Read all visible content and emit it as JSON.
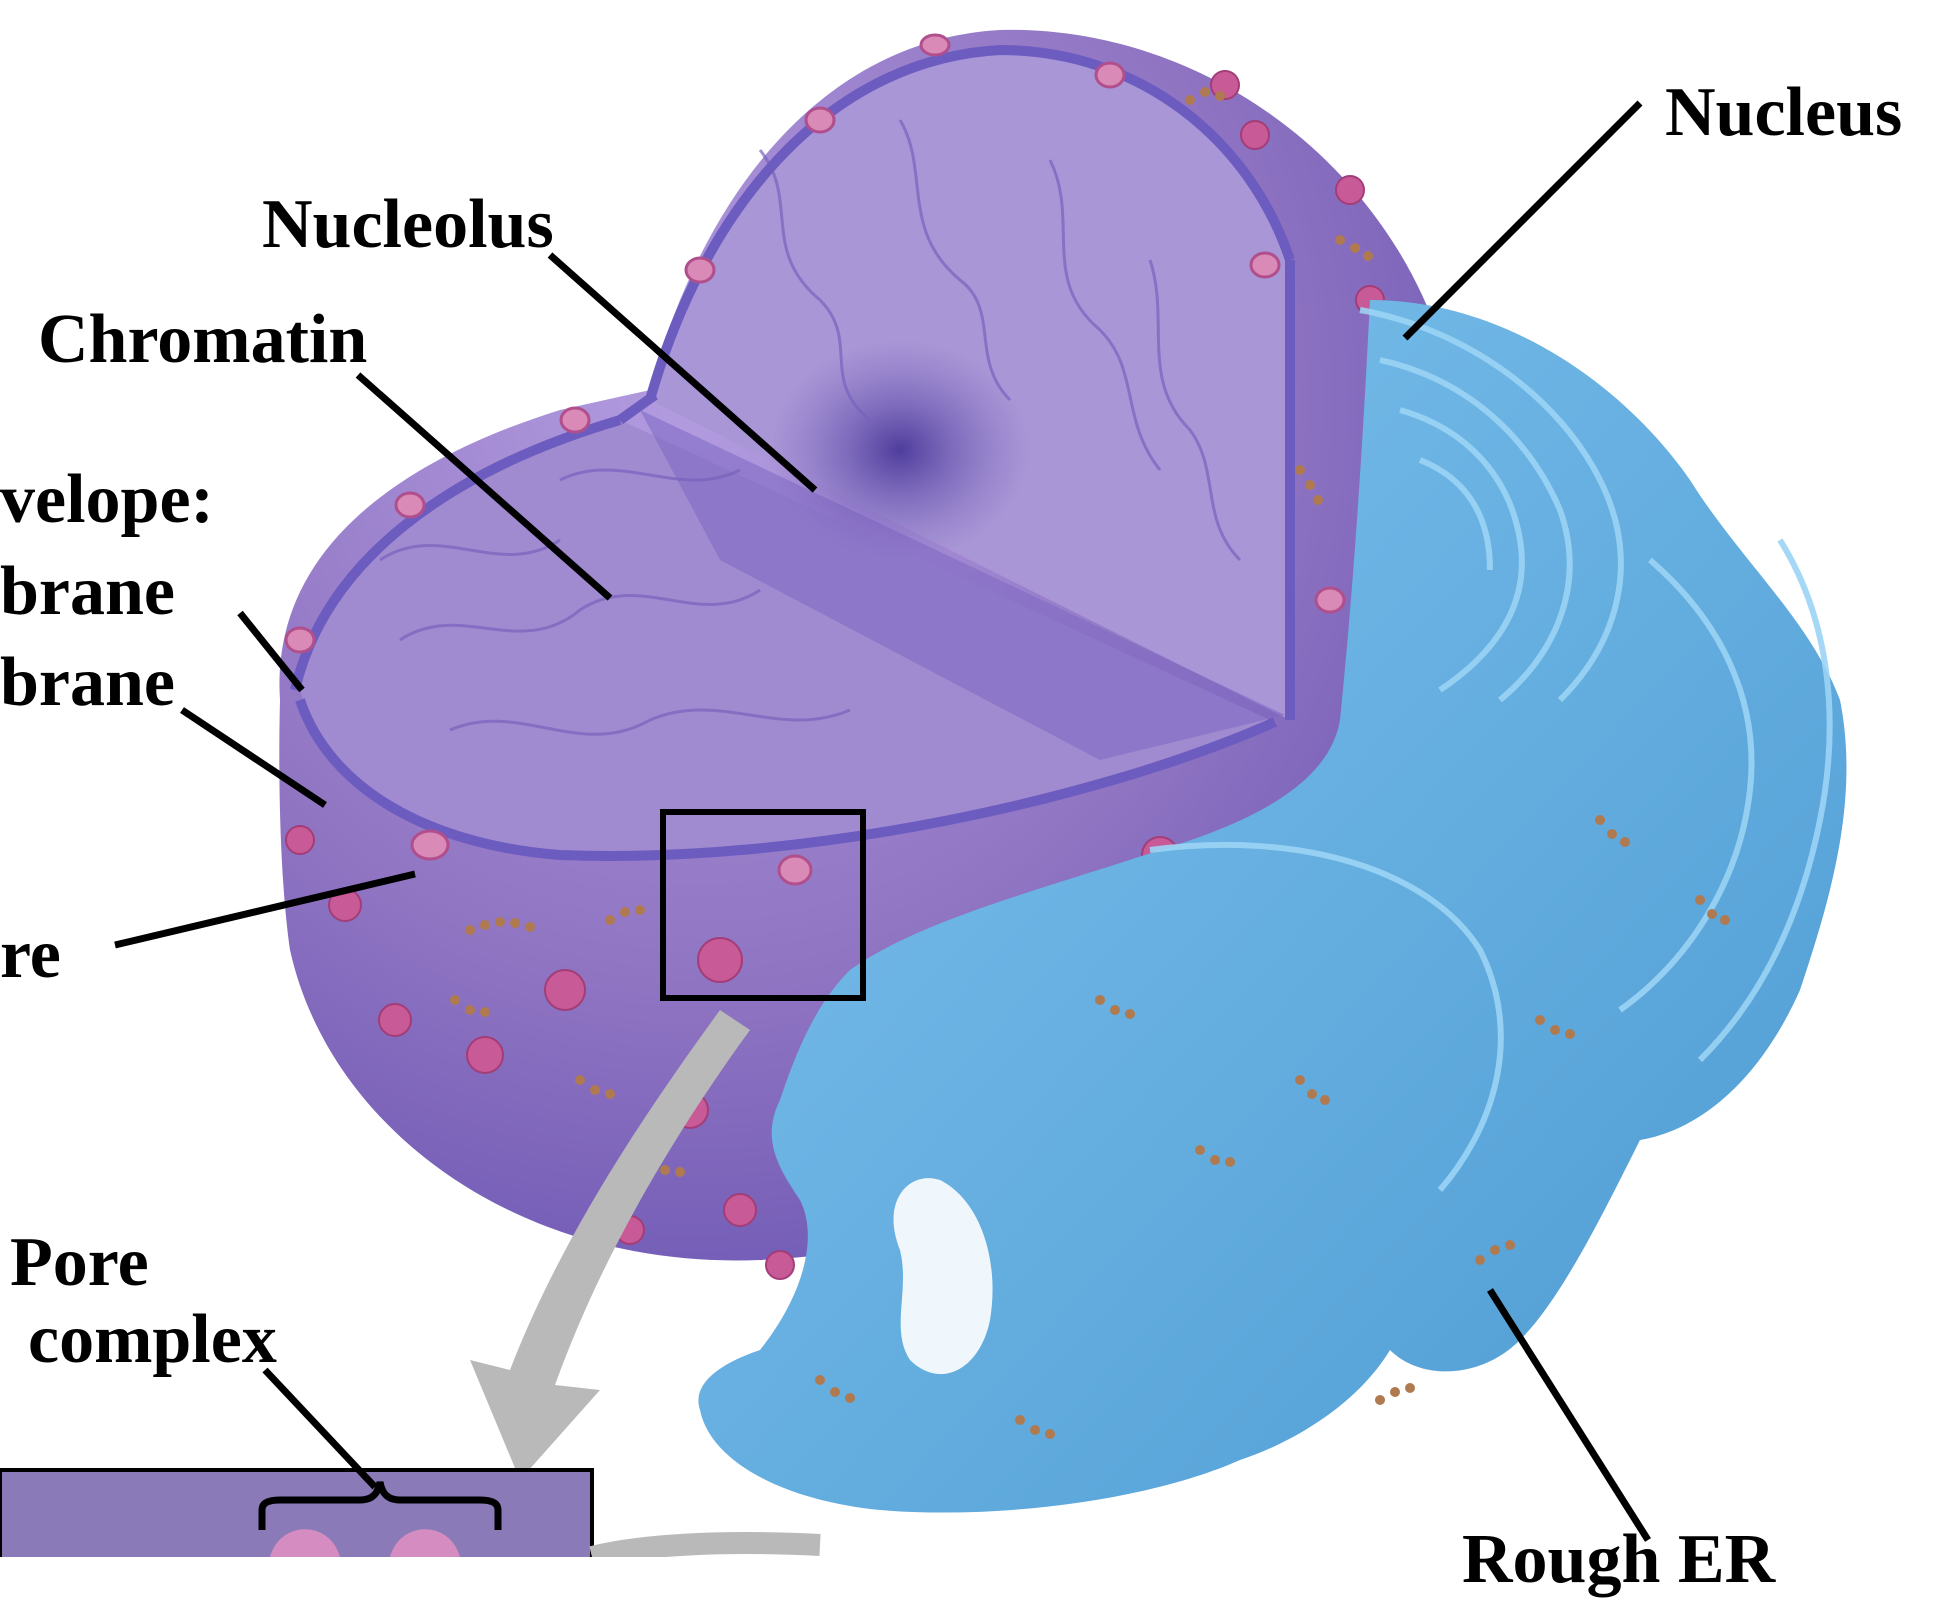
{
  "labels": {
    "nucleus": "Nucleus",
    "nucleolus": "Nucleolus",
    "chromatin": "Chromatin",
    "envelope_fragment": "velope:",
    "membrane_fragment_1": "brane",
    "membrane_fragment_2": "brane",
    "pore_fragment": "re",
    "pore_complex_line1": "Pore",
    "pore_complex_line2": "complex",
    "rough_er": "Rough ER"
  },
  "colors": {
    "nucleus_surface": "#8f74c2",
    "nucleus_interior": "#a48fcf",
    "nucleus_dark": "#6a55b3",
    "nucleolus": "#5d4aa8",
    "envelope_rim": "#7a67c8",
    "pore": "#d98ab7",
    "pore_dark": "#b04f8c",
    "er_blue": "#62b0e3",
    "er_light": "#84c6ef",
    "er_dark": "#3f8ec7",
    "ribosome": "#b07a50",
    "arrow_gray": "#b9b9b9",
    "inset_bg": "#8a7ab8",
    "leader_line": "#000000"
  },
  "icons": [
    "zoom-arrow",
    "inset-box",
    "brace-bracket"
  ]
}
